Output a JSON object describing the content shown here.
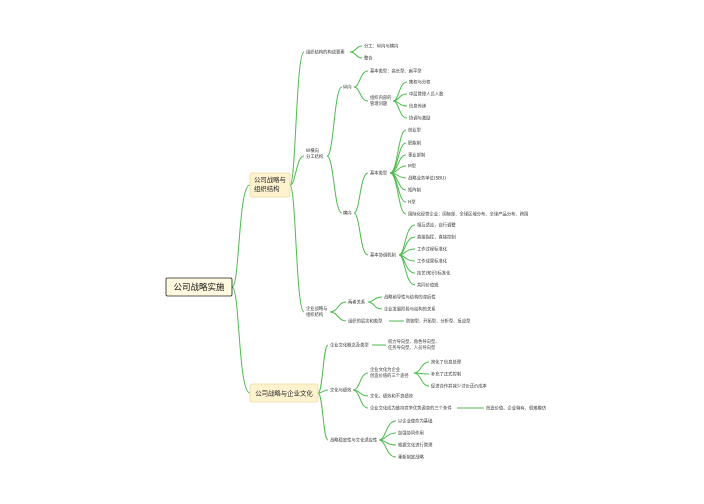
{
  "root": "公司战略实施",
  "branch_a": {
    "label": [
      "公司战略与",
      "组织结构"
    ],
    "org_elements": "组织结构的构成要素",
    "org_elements_items": [
      "分工：纵向与横向",
      "整合"
    ],
    "vertical_horizontal": [
      "纵横向",
      "分工结构"
    ],
    "vertical": "纵向",
    "vertical_basic_types": "基本类型：高长型、扁平型",
    "vertical_problems": [
      "组织内部的",
      "管理问题"
    ],
    "vertical_problem_items": [
      "集权与分权",
      "中层管理人员人数",
      "信息传递",
      "协调与激励"
    ],
    "horizontal": "横向",
    "horizontal_basic_types": "基本类型",
    "horizontal_type_items": [
      "创业型",
      "职能制",
      "事业部制",
      "M型",
      "战略业务单位(SBU)",
      "矩阵制",
      "H型",
      "国际化经营企业：国际部、全球区域分布、全球产品分布、跨国"
    ],
    "horizontal_coordination": "基本协调机制",
    "horizontal_coordination_items": [
      "相互适应，自行调整",
      "直接指挥，直接控制",
      "工作过程标准化",
      "工作成果标准化",
      "技艺(知识)标准化",
      "共同价值观"
    ],
    "strategy_org": [
      "企业战略与",
      "组织结构"
    ],
    "relationship": "两者关系",
    "relationship_items": [
      "战略前导性与结构的滞后性",
      "企业发展阶段与结构的关系"
    ],
    "hierarchy": "组织的层次和类型",
    "hierarchy_items": "防御型、开拓型、分析型、反应型"
  },
  "branch_b": {
    "label": "公司战略与企业文化",
    "culture_types": "企业文化概念及类型",
    "culture_type_items": [
      "权力导向型、角色导向型、",
      "任务导向型、人员导向型"
    ],
    "culture_perf": "文化与绩效",
    "culture_perf_sub": [
      "企业文化为企业",
      "创造价值的三个途径"
    ],
    "culture_perf_sub_items": [
      "简化了信息处理",
      "补充了正式控制",
      "促进合作并减少讨价还价成本"
    ],
    "culture_perf_paradox": "文化、绩效和不良绩效",
    "culture_perf_factors": "企业文化成为维持竞争优势源泉的三个条件",
    "culture_perf_factors_items": "创造价值、企业特有、很难模仿",
    "stability": "战略稳定性与文化适应性",
    "stability_items": [
      "以企业使命为基础",
      "加强协同作用",
      "根据文化进行管理",
      "重新制定战略"
    ]
  }
}
